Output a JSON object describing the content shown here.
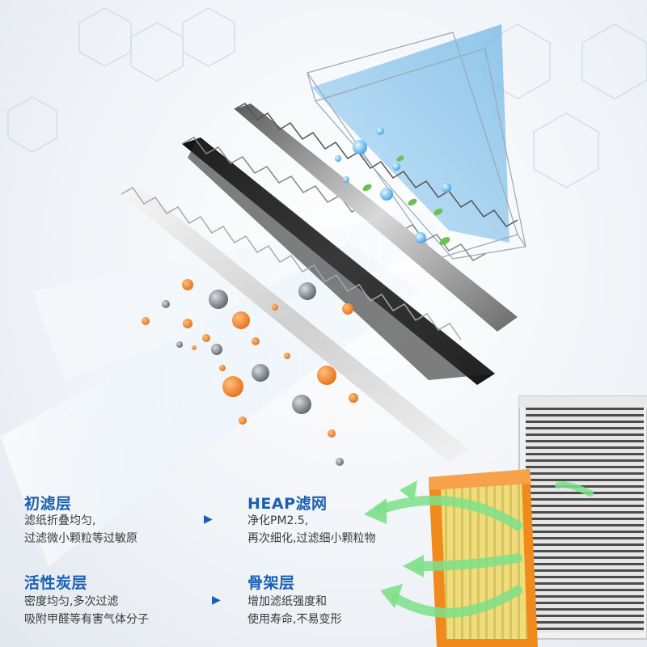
{
  "layers": [
    {
      "title": "初滤层",
      "lines": [
        "滤纸折叠均匀,",
        "过滤微小颗粒等过敏原"
      ]
    },
    {
      "title": "HEAP滤网",
      "lines": [
        "净化PM2.5,",
        "再次细化,过滤细小颗粒物"
      ]
    },
    {
      "title": "活性炭层",
      "lines": [
        "密度均匀,多次过滤",
        "吸附甲醛等有害气体分子"
      ]
    },
    {
      "title": "骨架层",
      "lines": [
        "增加滤纸强度和",
        "使用寿命,不易变形"
      ]
    }
  ],
  "arrow_glyph": "▶",
  "colors": {
    "title_blue": "#1a5fb4",
    "desc_gray": "#3a3a3a",
    "frame_orange": "#f08a1c",
    "pleat_yellow": "#f2e28a",
    "carbon_black": "#1c1c1c",
    "particle_orange": "#f08a2a",
    "particle_gray": "#8a8f96",
    "clean_blue": "#7fc4ef",
    "leaf_green": "#6cc24a",
    "airflow_green": "#7ee08a"
  },
  "icons": [
    "dust-particle-icon",
    "water-droplet-icon",
    "leaf-icon",
    "airflow-arrow-icon"
  ]
}
